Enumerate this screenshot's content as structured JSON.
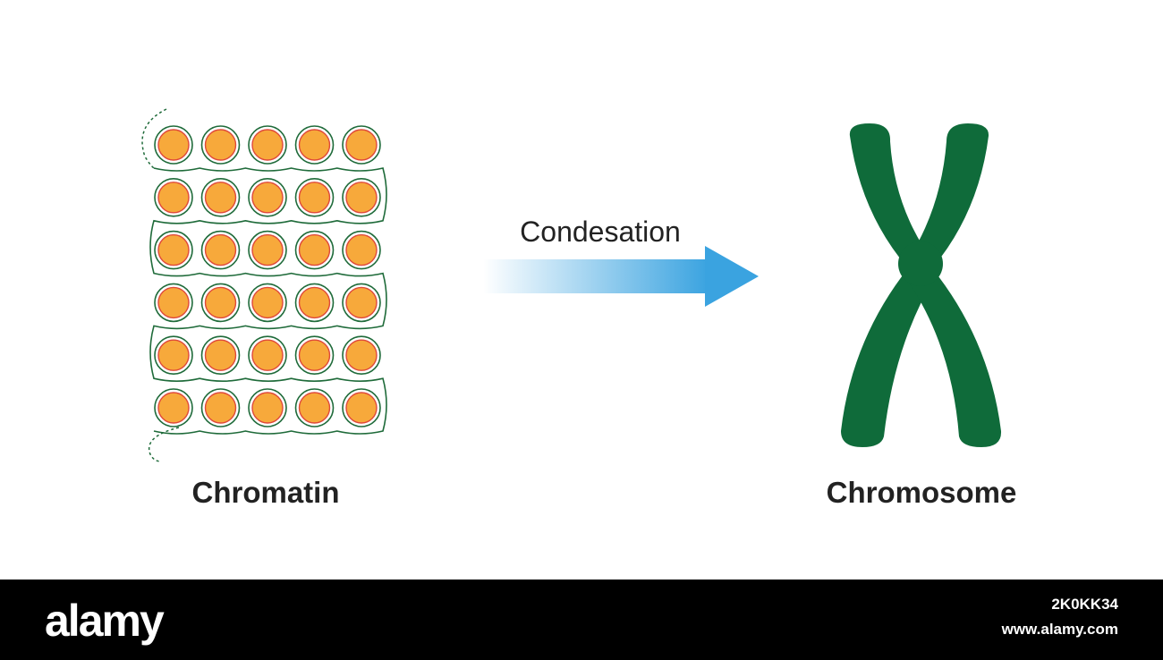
{
  "labels": {
    "chromatin": "Chromatin",
    "condensation": "Condesation",
    "chromosome": "Chromosome"
  },
  "chromatin": {
    "rows": 6,
    "cols": 5
  },
  "colors": {
    "dna_green": "#1f6b3a",
    "chromosome_green": "#0f6b3a",
    "nucleosome_fill": "#f7a93b",
    "nucleosome_edge": "#e0483a",
    "arrow_blue": "#3aa3e0"
  },
  "footer": {
    "brand": "alamy",
    "image_id": "2K0KK34",
    "url": "www.alamy.com"
  }
}
